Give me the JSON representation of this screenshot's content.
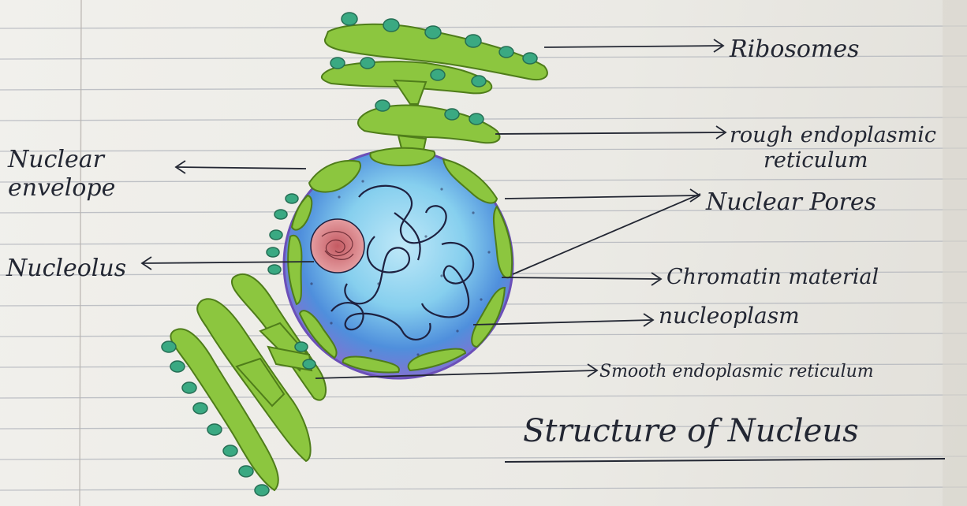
{
  "title": "Structure of Nucleus",
  "labels": {
    "ribosomes": "Ribosomes",
    "rer_line1": "rough endoplasmic",
    "rer_line2": "reticulum",
    "nuclear_pores": "Nuclear Pores",
    "chromatin": "Chromatin material",
    "nucleoplasm": "nucleoplasm",
    "ser": "Smooth endoplasmic reticulum",
    "nuclear_envelope_line1": "Nuclear",
    "nuclear_envelope_line2": "envelope",
    "nucleolus": "Nucleolus"
  },
  "colors": {
    "er_green": "#8cc63f",
    "ribosome_teal": "#3aa982",
    "nucleus_purple": "#8a6fd0",
    "nucleoplasm_blue": "#86cfee",
    "nucleolus_pink": "#d9848a",
    "ink": "#232733"
  }
}
